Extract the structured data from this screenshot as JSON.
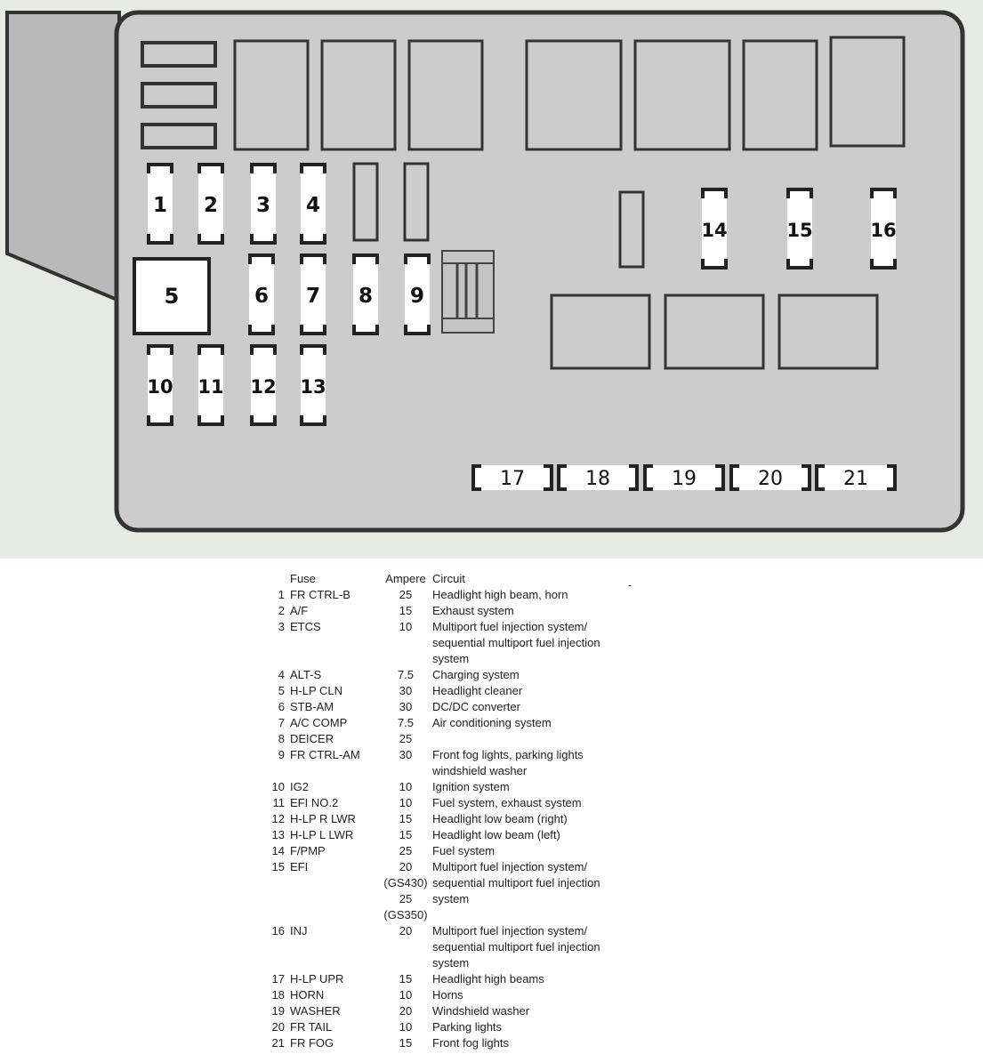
{
  "diagram": {
    "numbered_labels": [
      "1",
      "2",
      "3",
      "4",
      "5",
      "6",
      "7",
      "8",
      "9",
      "10",
      "11",
      "12",
      "13",
      "14",
      "15",
      "16",
      "17",
      "18",
      "19",
      "20",
      "21"
    ]
  },
  "table": {
    "header": {
      "fuse": "Fuse",
      "ampere": "Ampere",
      "circuit": "Circuit"
    },
    "stray_mark": "-",
    "rows": [
      {
        "num": "1",
        "fuse": "FR CTRL-B",
        "ampere": [
          "25"
        ],
        "circuit": [
          "Headlight high beam, horn"
        ]
      },
      {
        "num": "2",
        "fuse": "A/F",
        "ampere": [
          "15"
        ],
        "circuit": [
          "Exhaust system"
        ]
      },
      {
        "num": "3",
        "fuse": "ETCS",
        "ampere": [
          "10"
        ],
        "circuit": [
          "Multiport fuel injection system/",
          "sequential multiport fuel injection",
          "system"
        ]
      },
      {
        "num": "4",
        "fuse": "ALT-S",
        "ampere": [
          "7.5"
        ],
        "circuit": [
          "Charging system"
        ]
      },
      {
        "num": "5",
        "fuse": "H-LP CLN",
        "ampere": [
          "30"
        ],
        "circuit": [
          "Headlight cleaner"
        ]
      },
      {
        "num": "6",
        "fuse": "STB-AM",
        "ampere": [
          "30"
        ],
        "circuit": [
          "DC/DC converter"
        ]
      },
      {
        "num": "7",
        "fuse": "A/C COMP",
        "ampere": [
          "7.5"
        ],
        "circuit": [
          "Air conditioning system"
        ]
      },
      {
        "num": "8",
        "fuse": "DEICER",
        "ampere": [
          "25"
        ],
        "circuit": [
          ""
        ]
      },
      {
        "num": "9",
        "fuse": "FR CTRL-AM",
        "ampere": [
          "30"
        ],
        "circuit": [
          "Front fog lights, parking lights",
          "windshield washer"
        ]
      },
      {
        "num": "10",
        "fuse": "IG2",
        "ampere": [
          "10"
        ],
        "circuit": [
          "Ignition system"
        ]
      },
      {
        "num": "11",
        "fuse": "EFI NO.2",
        "ampere": [
          "10"
        ],
        "circuit": [
          "Fuel system, exhaust system"
        ]
      },
      {
        "num": "12",
        "fuse": "H-LP R LWR",
        "ampere": [
          "15"
        ],
        "circuit": [
          "Headlight low beam (right)"
        ]
      },
      {
        "num": "13",
        "fuse": "H-LP L LWR",
        "ampere": [
          "15"
        ],
        "circuit": [
          "Headlight low beam (left)"
        ]
      },
      {
        "num": "14",
        "fuse": "F/PMP",
        "ampere": [
          "25"
        ],
        "circuit": [
          "Fuel system"
        ]
      },
      {
        "num": "15",
        "fuse": "EFI",
        "ampere": [
          "20",
          "(GS430)",
          "25",
          "(GS350)"
        ],
        "circuit": [
          "Multiport fuel injection system/",
          "sequential multiport fuel injection",
          "system"
        ]
      },
      {
        "num": "16",
        "fuse": "INJ",
        "ampere": [
          "20"
        ],
        "circuit": [
          "Multiport fuel injection system/",
          "sequential multiport fuel injection",
          "system"
        ]
      },
      {
        "num": "17",
        "fuse": "H-LP UPR",
        "ampere": [
          "15"
        ],
        "circuit": [
          "Headlight high beams"
        ]
      },
      {
        "num": "18",
        "fuse": "HORN",
        "ampere": [
          "10"
        ],
        "circuit": [
          "Horns"
        ]
      },
      {
        "num": "19",
        "fuse": "WASHER",
        "ampere": [
          "20"
        ],
        "circuit": [
          "Windshield washer"
        ]
      },
      {
        "num": "20",
        "fuse": "FR TAIL",
        "ampere": [
          "10"
        ],
        "circuit": [
          "Parking lights"
        ]
      },
      {
        "num": "21",
        "fuse": "FR FOG",
        "ampere": [
          "15"
        ],
        "circuit": [
          "Front fog lights"
        ]
      }
    ]
  }
}
